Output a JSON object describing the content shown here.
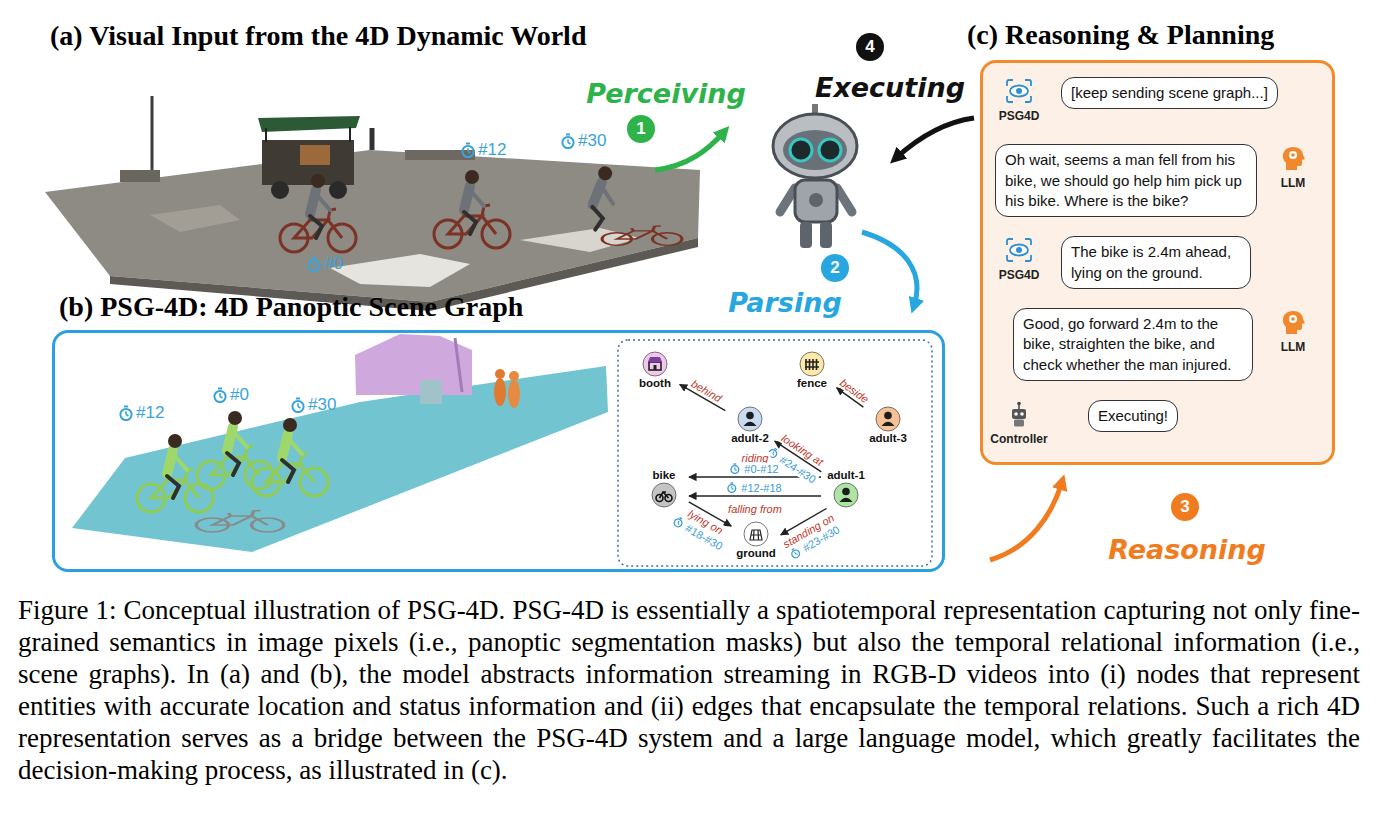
{
  "diagram": {
    "caption": "Figure 1: Conceptual illustration of PSG-4D. PSG-4D is essentially a spatiotemporal representation capturing not only fine-grained semantics in image pixels (i.e., panoptic segmentation masks) but also the temporal relational information (i.e., scene graphs). In (a) and (b), the model abstracts information streaming in RGB-D videos into (i) nodes that represent entities with accurate location and status information and (ii) edges that encapsulate the temporal relations. Such a rich 4D representation serves as a bridge between the PSG-4D system and a large language model, which greatly facilitates the decision-making process, as illustrated in (c).",
    "nodes": [
      {
        "text": [
          "(c) Reasoning & Planning"
        ]
      },
      {
        "text": [
          "[keep sending scene graph...]"
        ],
        "in": 0
      },
      {
        "text": [
          "Oh wait, seems a man fell from his bike, we should go help him pick up his bike. Where is the bike?"
        ],
        "in": 0
      },
      {
        "text": [
          "The bike is 2.4m ahead, lying on the ground."
        ],
        "in": 0
      },
      {
        "text": [
          "Good, go forward 2.4m to the bike, straighten the bike, and check whether the man injured."
        ],
        "in": 0
      },
      {
        "text": [
          "Executing!"
        ],
        "in": 0
      },
      {
        "text": [
          "(b) PSG-4D: 4D Panoptic Scene Graph"
        ]
      },
      {
        "text": [
          "booth"
        ],
        "in": 6
      },
      {
        "text": [
          "fence"
        ],
        "in": 6
      },
      {
        "text": [
          "adult-2"
        ],
        "in": 6
      },
      {
        "text": [
          "adult-3"
        ],
        "in": 6
      },
      {
        "text": [
          "adult-1"
        ],
        "in": 6
      },
      {
        "text": [
          "bike"
        ],
        "in": 6
      },
      {
        "text": [
          "ground"
        ],
        "in": 6
      }
    ],
    "edges": [
      {
        "from": 9,
        "to": 7,
        "label": "behind",
        "arrow": "to"
      },
      {
        "from": 10,
        "to": 8,
        "label": "beside",
        "arrow": "to"
      },
      {
        "from": 11,
        "to": 9,
        "label": "looking at",
        "arrow": "to"
      },
      {
        "from": 11,
        "to": 12,
        "label": "riding",
        "arrow": "to"
      },
      {
        "from": 11,
        "to": 12,
        "label": "falling from",
        "arrow": "to"
      },
      {
        "from": 12,
        "to": 13,
        "label": "lying on",
        "arrow": "to"
      },
      {
        "from": 11,
        "to": 13,
        "label": "standing on",
        "arrow": "to"
      }
    ],
    "labels": [
      "(a) Visual Input from the 4D Dynamic World",
      "Perceiving",
      "1",
      "Executing",
      "4",
      "#12",
      "#30",
      "#0",
      "Parsing",
      "2",
      "#12",
      "#0",
      "#30",
      "#24-#30",
      "#0-#12",
      "#12-#18",
      "#18-#30",
      "#23-#30",
      "PSG4D",
      "LLM",
      "PSG4D",
      "LLM",
      "Controller",
      "3",
      "Reasoning"
    ]
  }
}
